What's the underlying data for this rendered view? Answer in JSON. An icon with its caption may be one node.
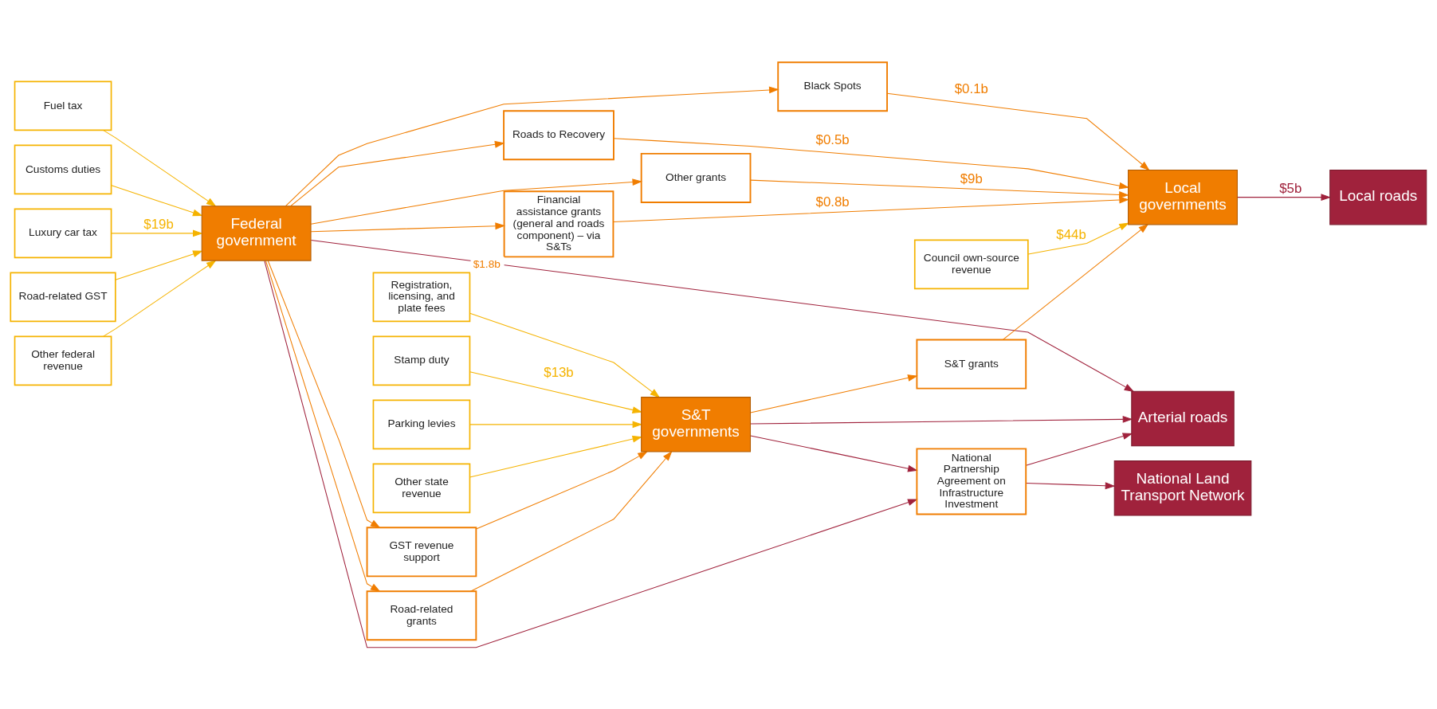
{
  "diagram": {
    "nodes": [
      {
        "text": [
          "Fuel tax"
        ]
      },
      {
        "text": [
          "Customs duties"
        ]
      },
      {
        "text": [
          "Luxury car tax"
        ]
      },
      {
        "text": [
          "Road-related GST"
        ]
      },
      {
        "text": [
          "Other federal revenue"
        ]
      },
      {
        "text": [
          "Federal government"
        ]
      },
      {
        "text": [
          "GST revenue support"
        ]
      },
      {
        "text": [
          "Road-related grants"
        ]
      },
      {
        "text": [
          "Registration, licensing, and plate fees"
        ]
      },
      {
        "text": [
          "Stamp duty"
        ]
      },
      {
        "text": [
          "Parking levies"
        ]
      },
      {
        "text": [
          "S&T governments"
        ]
      },
      {
        "text": [
          "Other state revenue"
        ]
      },
      {
        "text": [
          "Financial assistance grants (general and roads component) – via S&Ts"
        ],
        "beside": [
          "$1.8b"
        ]
      },
      {
        "text": [
          "Black Spots"
        ]
      },
      {
        "text": [
          "Roads to Recovery"
        ]
      },
      {
        "text": [
          "Other grants"
        ]
      },
      {
        "text": [
          "S&T grants"
        ]
      },
      {
        "text": [
          "Council own-source revenue"
        ]
      },
      {
        "text": [
          "Local governments"
        ]
      },
      {
        "text": [
          "National Partnership Agreement on Infrastructure Investment"
        ]
      },
      {
        "text": [
          "Local roads"
        ]
      },
      {
        "text": [
          "National Land Transport Network"
        ]
      },
      {
        "text": [
          "Arterial roads"
        ]
      }
    ],
    "edges": [
      {
        "from": 0,
        "to": 5,
        "arrow": "to",
        "color": "#f5b300"
      },
      {
        "from": 1,
        "to": 5,
        "arrow": "to",
        "color": "#f5b300"
      },
      {
        "from": 2,
        "to": 5,
        "arrow": "to",
        "color": "#f5b300",
        "label": "$19b"
      },
      {
        "from": 3,
        "to": 5,
        "arrow": "to",
        "color": "#f5b300"
      },
      {
        "from": 4,
        "to": 5,
        "arrow": "to",
        "color": "#f5b300"
      },
      {
        "from": 5,
        "to": 6,
        "arrow": "to"
      },
      {
        "from": 5,
        "to": 7,
        "arrow": "to"
      },
      {
        "from": 6,
        "to": 11,
        "arrow": "to"
      },
      {
        "from": 7,
        "to": 11,
        "arrow": "to"
      },
      {
        "from": 8,
        "to": 11,
        "arrow": "to",
        "color": "#f5b300"
      },
      {
        "from": 9,
        "to": 11,
        "arrow": "to",
        "color": "#f5b300",
        "label": "$13b"
      },
      {
        "from": 10,
        "to": 11,
        "arrow": "to",
        "color": "#f5b300"
      },
      {
        "from": 12,
        "to": 11,
        "arrow": "to",
        "color": "#f5b300"
      },
      {
        "from": 5,
        "to": 13,
        "arrow": "to"
      },
      {
        "from": 5,
        "to": 14,
        "arrow": "to"
      },
      {
        "from": 5,
        "to": 15,
        "arrow": "to"
      },
      {
        "from": 5,
        "to": 16,
        "arrow": "to"
      },
      {
        "from": 5,
        "to": 20,
        "arrow": "to",
        "color": "#a0223c"
      },
      {
        "from": 5,
        "to": 23,
        "arrow": "to",
        "color": "#a0223c"
      },
      {
        "from": 11,
        "to": 20,
        "arrow": "to",
        "color": "#a0223c"
      },
      {
        "from": 11,
        "to": 23,
        "arrow": "to",
        "color": "#a0223c"
      },
      {
        "from": 11,
        "to": 17,
        "arrow": "to"
      },
      {
        "from": 13,
        "to": 19,
        "arrow": "to",
        "label": "$0.8b"
      },
      {
        "from": 14,
        "to": 19,
        "arrow": "to",
        "label": "$0.1b"
      },
      {
        "from": 15,
        "to": 19,
        "arrow": "to",
        "label": "$0.5b"
      },
      {
        "from": 16,
        "to": 19,
        "arrow": "to",
        "label": "$9b"
      },
      {
        "from": 17,
        "to": 19,
        "arrow": "to"
      },
      {
        "from": 18,
        "to": 19,
        "arrow": "to",
        "color": "#f5b300",
        "label": "$44b"
      },
      {
        "from": 19,
        "to": 21,
        "arrow": "to",
        "color": "#a0223c",
        "label": "$5b"
      },
      {
        "from": 20,
        "to": 22,
        "arrow": "to",
        "color": "#a0223c"
      },
      {
        "from": 20,
        "to": 23,
        "arrow": "to",
        "color": "#a0223c"
      }
    ]
  }
}
